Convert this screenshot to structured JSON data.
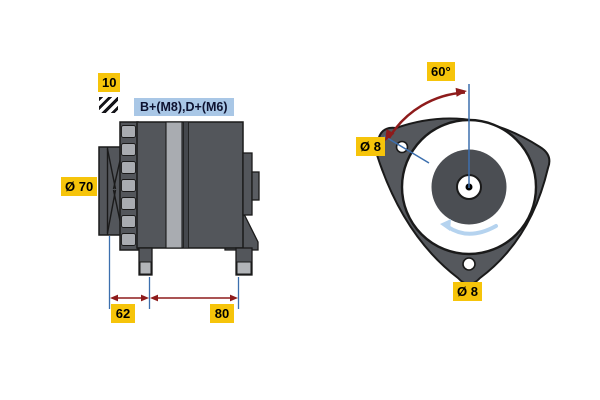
{
  "side_view": {
    "belt_width_label": "10",
    "terminal_label": "B+(M8),D+(M6)",
    "pulley_diameter_label": "Ø 70",
    "dim_front_label": "62",
    "dim_rear_label": "80"
  },
  "front_view": {
    "angle_label": "60°",
    "upper_hole_label": "Ø 8",
    "lower_hole_label": "Ø 8"
  },
  "icons": {
    "hatch": "belt-hatch-pattern-icon",
    "rotation": "rotation-direction-arrow-icon",
    "angle_arc": "angle-arc-arrow-icon",
    "dimension": "dimension-arrow-icon"
  },
  "colors": {
    "label_yellow": "#F6C40A",
    "label_blue_bg": "#A9C7E6",
    "label_text": "#000000",
    "terminal_text": "#0D1230",
    "extension_line_blue": "#3C6FAE",
    "dimension_red": "#8E1B1B",
    "rotation_arrow_blue": "#B5D3EF",
    "metal_dark": "#53565B",
    "metal_light": "#A9ACB1",
    "outline": "#1A1A1A",
    "background": "#FFFFFF"
  }
}
